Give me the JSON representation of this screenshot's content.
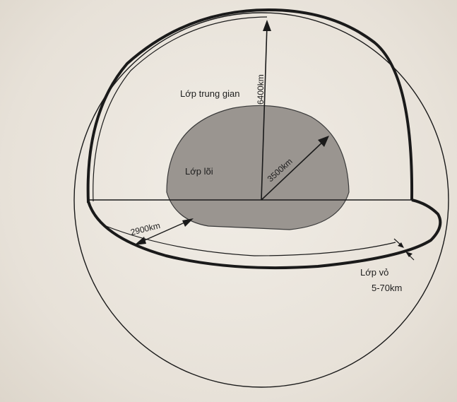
{
  "labels": {
    "mantle": "Lớp trung gian",
    "core": "Lớp lõi",
    "crust_name": "Lớp vỏ",
    "crust_thickness": "5-70km",
    "earth_radius": "6400km",
    "core_radius": "3500km",
    "mantle_thickness": "2900km"
  },
  "colors": {
    "core_fill": "#9a9590",
    "line": "#1a1a1a",
    "background": "#ebe6de"
  }
}
